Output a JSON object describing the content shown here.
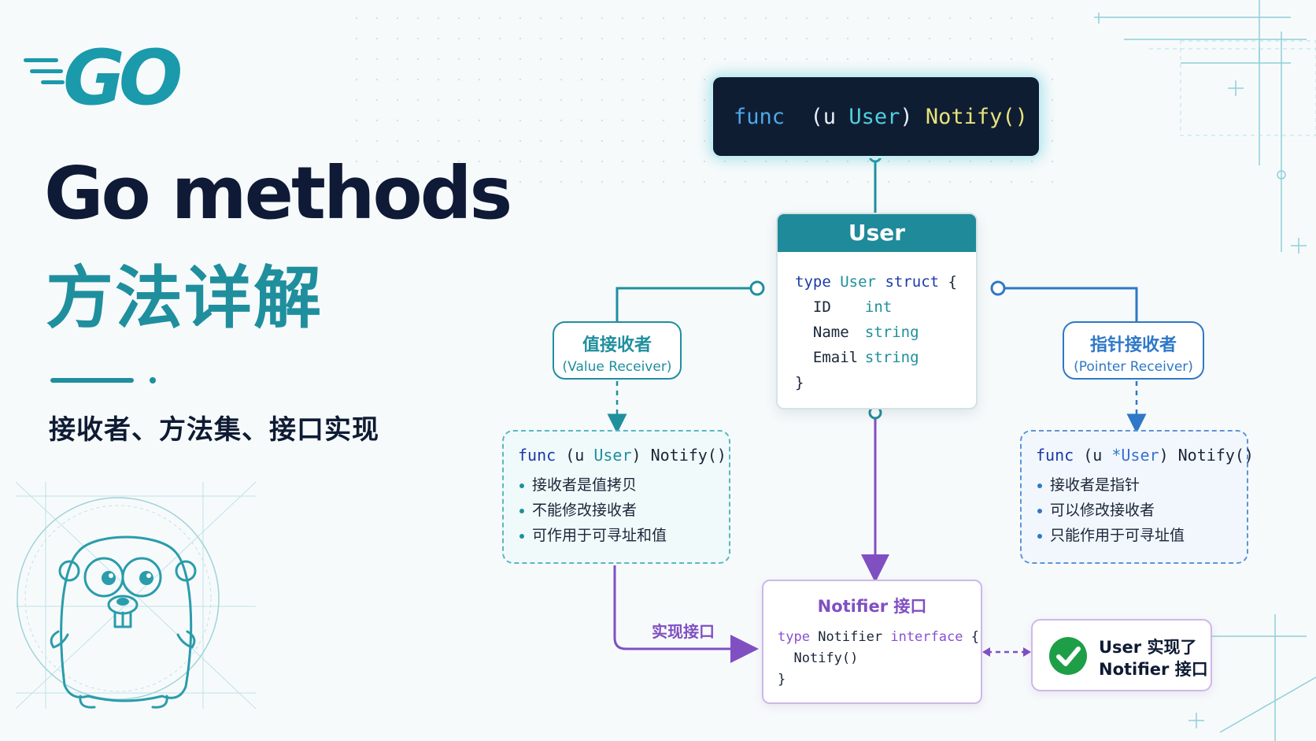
{
  "logo": {
    "text": "GO"
  },
  "title": {
    "en": "Go methods",
    "cn": "方法详解"
  },
  "subtitle": "接收者、方法集、接口实现",
  "top_code": {
    "func": "func",
    "recv_open": "(u ",
    "recv_type": "User",
    "recv_close": ")",
    "name": "Notify()"
  },
  "user_struct": {
    "header": "User",
    "kw_type": "type",
    "name": "User",
    "kw_struct": "struct",
    "open_brace": "{",
    "fields": [
      {
        "name": "ID",
        "type": "int"
      },
      {
        "name": "Name",
        "type": "string"
      },
      {
        "name": "Email",
        "type": "string"
      }
    ],
    "close_brace": "}"
  },
  "value_receiver": {
    "label_cn": "值接收者",
    "label_en": "(Value Receiver)",
    "sig_func": "func",
    "sig_open": "(u ",
    "sig_type": "User",
    "sig_rest": ") Notify()",
    "bullets": [
      "接收者是值拷贝",
      "不能修改接收者",
      "可作用于可寻址和值"
    ]
  },
  "pointer_receiver": {
    "label_cn": "指针接收者",
    "label_en": "(Pointer Receiver)",
    "sig_func": "func",
    "sig_open": "(u ",
    "sig_star": "*",
    "sig_type": "User",
    "sig_rest": ") Notify()",
    "bullets": [
      "接收者是指针",
      "可以修改接收者",
      "只能作用于可寻址值"
    ]
  },
  "interface": {
    "title": "Notifier 接口",
    "kw_type": "type",
    "name": "Notifier",
    "kw_interface": "interface",
    "open_brace": "{",
    "method": "Notify()",
    "close_brace": "}"
  },
  "implement_label": "实现接口",
  "result": {
    "line1": "User 实现了",
    "line2": "Notifier 接口"
  },
  "colors": {
    "teal": "#1f8f9e",
    "navy": "#0e1a36",
    "blue": "#2e78c7",
    "purple": "#8050c2",
    "green": "#1e9e47"
  }
}
